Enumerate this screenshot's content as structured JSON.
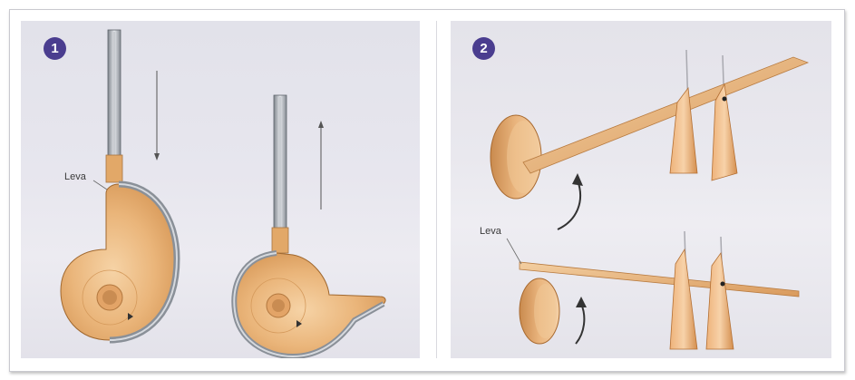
{
  "figure": {
    "panels": [
      {
        "number": "1",
        "label": "Leva"
      },
      {
        "number": "2",
        "label": "Leva"
      }
    ],
    "colors": {
      "cam_wood": "#e7b47c",
      "cam_metal_rim": "#9aa0a8",
      "panel_bg": "#e7e6ee",
      "badge": "#4a3d8f"
    }
  }
}
